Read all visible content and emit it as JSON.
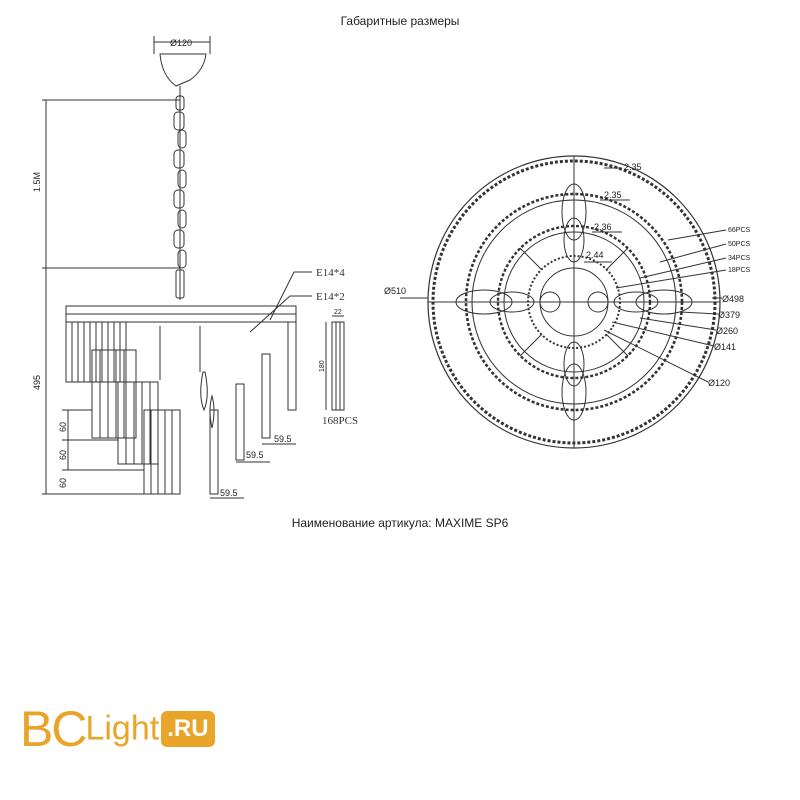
{
  "header": {
    "title": "Габаритные размеры"
  },
  "footer": {
    "article": "Наименование артикула: MAXIME SP6"
  },
  "logo": {
    "brand_bc": "BC",
    "brand_light": "Light",
    "brand_ru": ".RU",
    "color": "#e8a52a"
  },
  "side_view": {
    "canopy_dia": "Ø120",
    "chain_length": "1.5M",
    "total_height": "495",
    "bulb_1": "E14*4",
    "bulb_2": "E14*2",
    "tier_heights": [
      "60",
      "60",
      "60"
    ],
    "tier_offsets": [
      "59.5",
      "59.5",
      "59.5"
    ],
    "prism_width": "22",
    "prism_height": "180",
    "prism_count": "168PCS"
  },
  "top_view": {
    "outer_dia": "Ø510",
    "ring_labels": [
      "2.35",
      "2.35",
      "2.36",
      "2.44"
    ],
    "pcs_labels": [
      "66PCS",
      "50PCS",
      "34PCS",
      "18PCS"
    ],
    "dia_labels": [
      "Ø498",
      "Ø379",
      "Ø260",
      "Ø141",
      "Ø120"
    ]
  }
}
